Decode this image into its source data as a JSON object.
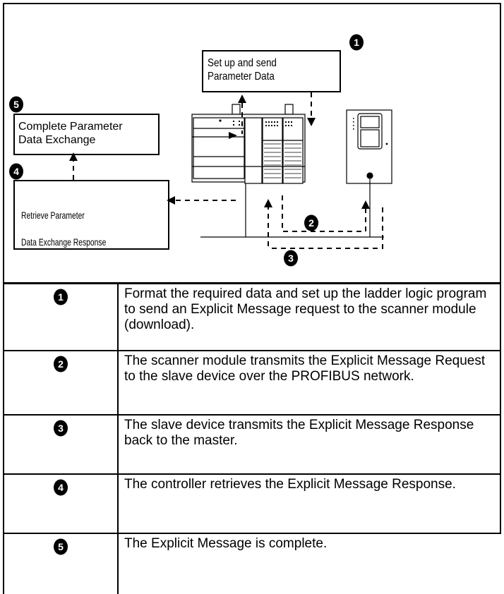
{
  "diagram": {
    "boxes": {
      "setup": [
        "Set up and send",
        "Parameter Data"
      ],
      "complete": [
        "Complete Parameter",
        "Data Exchange"
      ],
      "retrieve": [
        "Retrieve Parameter",
        "Data Exchange Response"
      ]
    },
    "callouts": [
      "1",
      "2",
      "3",
      "4",
      "5"
    ]
  },
  "steps": [
    {
      "num": "1",
      "text": "Format the required data and set up the ladder logic program to send an Explicit Message request to the scanner module (download)."
    },
    {
      "num": "2",
      "text": "The scanner module transmits the Explicit Message Request to the slave device over the PROFIBUS network."
    },
    {
      "num": "3",
      "text": "The slave device transmits the Explicit Message Response back to the master."
    },
    {
      "num": "4",
      "text": "The controller retrieves the Explicit Message Response."
    },
    {
      "num": "5",
      "text": "The Explicit Message is complete."
    }
  ]
}
